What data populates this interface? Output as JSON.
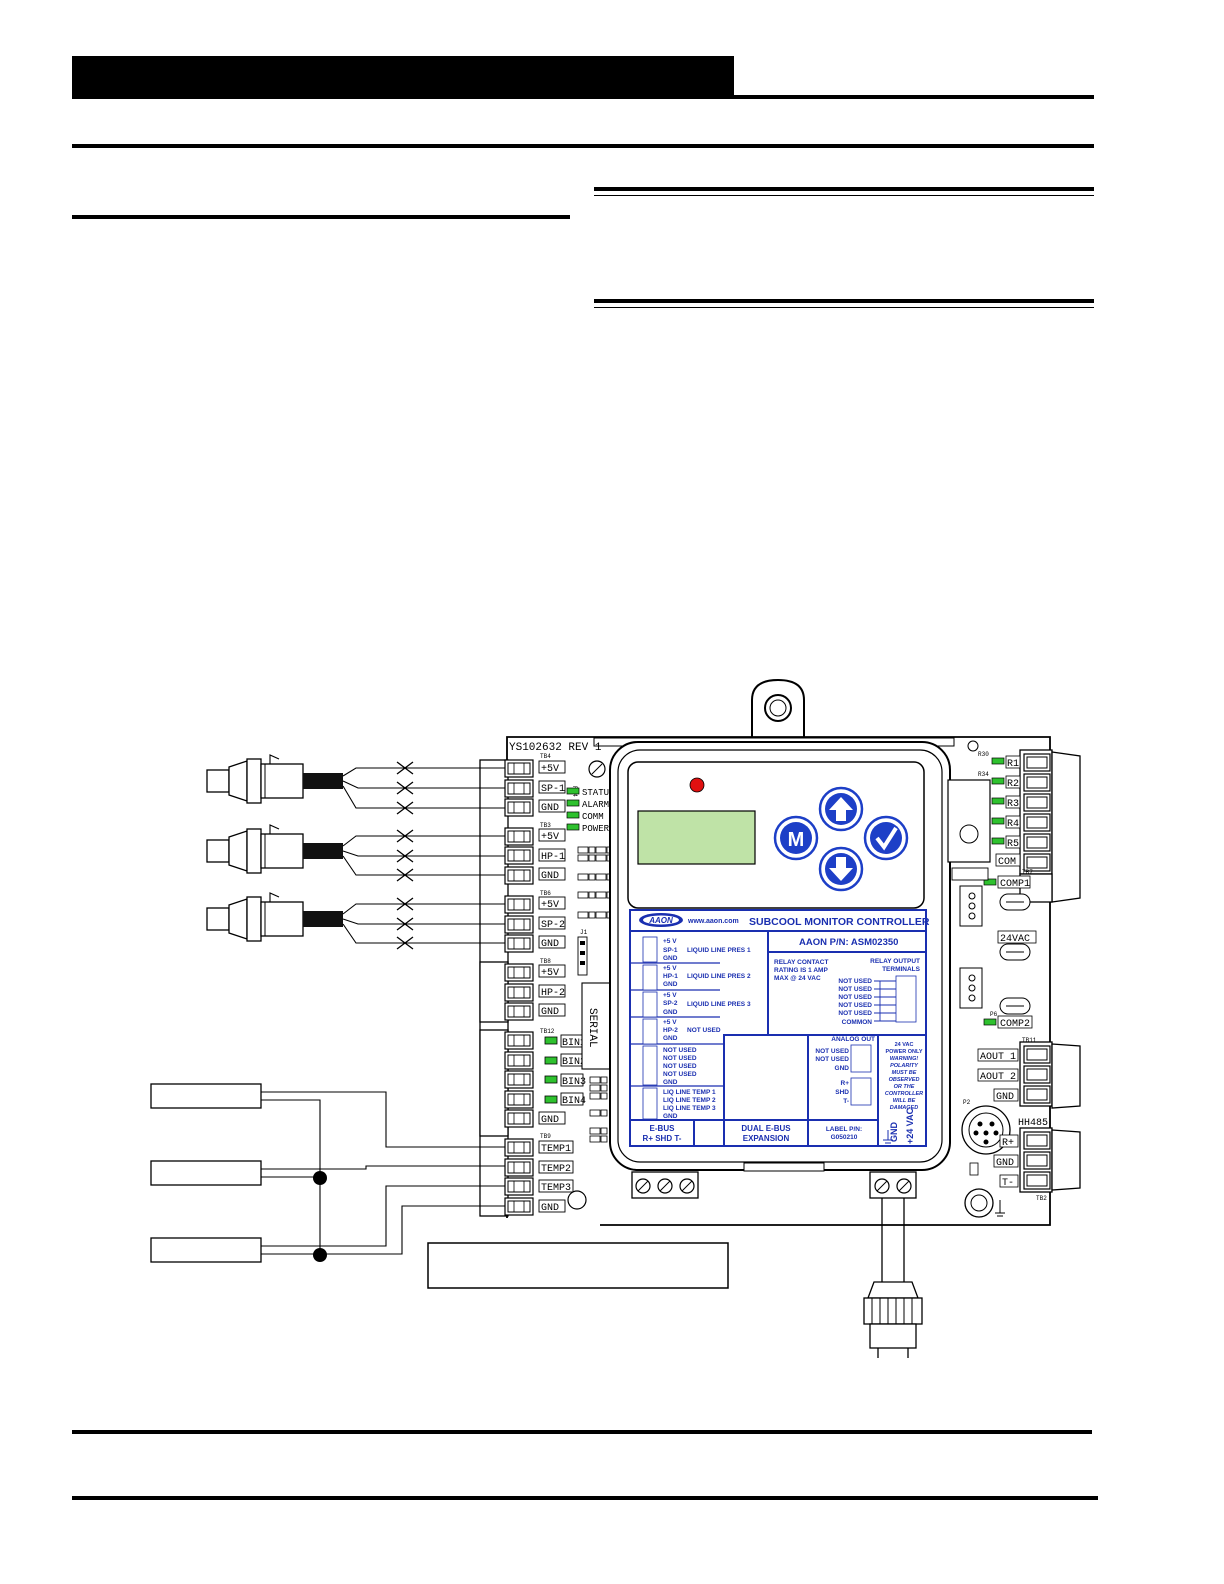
{
  "page": {
    "header_bar": "",
    "footer_text": ""
  },
  "board": {
    "part_label": "YS102632 REV 1",
    "terminal_blocks": {
      "tb4": {
        "id": "TB4",
        "pins": [
          "+5V",
          "SP-1",
          "GND"
        ]
      },
      "tb3": {
        "id": "TB3",
        "pins": [
          "+5V",
          "HP-1",
          "GND"
        ]
      },
      "tb6": {
        "id": "TB6",
        "pins": [
          "+5V",
          "SP-2",
          "GND"
        ]
      },
      "tb8": {
        "id": "TB8",
        "pins": [
          "+5V",
          "HP-2",
          "GND"
        ]
      },
      "tb12": {
        "id": "TB12",
        "pins": [
          "BIN1",
          "BIN2",
          "BIN3",
          "BIN4",
          "GND"
        ]
      },
      "tb9": {
        "id": "TB9",
        "pins": [
          "TEMP1",
          "TEMP2",
          "TEMP3",
          "GND"
        ]
      }
    },
    "status_leds": [
      "STATUS",
      "ALARM",
      "COMM",
      "POWER"
    ],
    "relays": [
      "R1",
      "R2",
      "R3",
      "R4",
      "R5",
      "COM"
    ],
    "comp_labels": [
      "COMP1",
      "24VAC",
      "COMP2"
    ],
    "aout": [
      "AOUT 1",
      "AOUT 2",
      "GND"
    ],
    "hh485": {
      "id": "HH485",
      "pins": [
        "R+",
        "GND",
        "T-"
      ]
    },
    "small_ids": {
      "tb7": "TB7",
      "tb11": "TB11",
      "tb2": "TB2",
      "p6": "P6",
      "p2": "P2",
      "j1": "J1",
      "r14": "R14",
      "r30": "R30",
      "r34": "R34"
    },
    "serial": "SERIAL"
  },
  "controller": {
    "brand": "AAON",
    "website": "www.aaon.com",
    "title": "SUBCOOL MONITOR CONTROLLER",
    "part_number": "AAON P/N: ASM02350",
    "buttons": {
      "mode": "M"
    },
    "inputs_left": [
      {
        "pins": [
          "+5 V",
          "SP-1",
          "GND"
        ],
        "desc": "LIQUID LINE PRES 1"
      },
      {
        "pins": [
          "+5 V",
          "HP-1",
          "GND"
        ],
        "desc": "LIQUID LINE PRES 2"
      },
      {
        "pins": [
          "+5 V",
          "SP-2",
          "GND"
        ],
        "desc": "LIQUID LINE PRES 3"
      },
      {
        "pins": [
          "+5 V",
          "HP-2",
          "GND"
        ],
        "desc": "NOT USED"
      }
    ],
    "bin_inputs": [
      "NOT USED",
      "NOT USED",
      "NOT USED",
      "NOT USED",
      "GND"
    ],
    "temp_inputs": [
      "LIQ LINE TEMP 1",
      "LIQ LINE TEMP 2",
      "LIQ LINE TEMP 3",
      "GND"
    ],
    "relay_note": [
      "RELAY CONTACT",
      "RATING IS 1 AMP",
      "MAX @ 24 VAC"
    ],
    "relay_output_title": [
      "RELAY OUTPUT",
      "TERMINALS"
    ],
    "relay_outputs": [
      "NOT USED",
      "NOT USED",
      "NOT USED",
      "NOT USED",
      "NOT USED",
      "COMMON"
    ],
    "analog_out_title": "ANALOG OUT",
    "analog_outputs": [
      "NOT USED",
      "NOT USED",
      "GND"
    ],
    "comm_pins": [
      "R+",
      "SHD",
      "T-"
    ],
    "warning": [
      "24 VAC",
      "POWER ONLY",
      "WARNING!",
      "POLARITY",
      "MUST BE",
      "OBSERVED",
      "OR THE",
      "CONTROLLER",
      "WILL BE",
      "DAMAGED"
    ],
    "ebus": [
      "E-BUS",
      "R+ SHD T-"
    ],
    "dual_ebus": [
      "DUAL E-BUS",
      "EXPANSION"
    ],
    "label_pn": [
      "LABEL P/N:",
      "G050210"
    ],
    "power": [
      "GND",
      "+24 VAC"
    ]
  },
  "colors": {
    "lcd": "#bfe3a7",
    "button_blue": "#1d3fc7",
    "panel_blue": "#1a2fb0",
    "alarm_led": "#e01010",
    "green_led": "#2ec12e"
  }
}
